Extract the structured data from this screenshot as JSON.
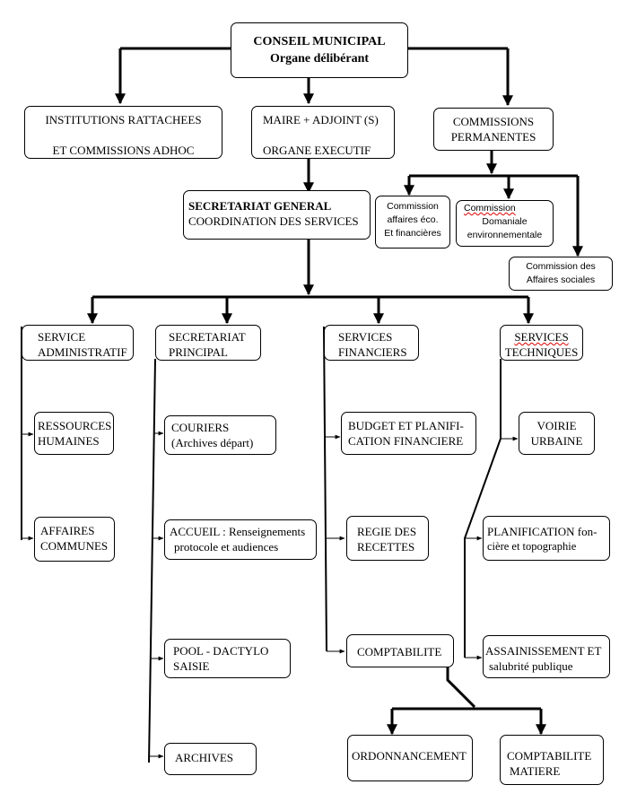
{
  "nodes": {
    "conseil": [
      "CONSEIL  MUNICIPAL",
      "Organe délibérant"
    ],
    "institutions": [
      "INSTITUTIONS RATTACHEES",
      "ET COMMISSIONS ADHOC"
    ],
    "maire": [
      "MAIRE  +  ADJOINT (S)",
      "ORGANE  EXECUTIF"
    ],
    "commissions": [
      "COMMISSIONS",
      "PERMANENTES"
    ],
    "secretariat_general": [
      "SECRETARIAT  GENERAL",
      "COORDINATION  DES  SERVICES"
    ],
    "comm_eco": [
      "Commission",
      "affaires éco.",
      "Et financières"
    ],
    "comm_dom": [
      "Commission",
      "Domaniale",
      "environnementale"
    ],
    "comm_soc": [
      "Commission  des",
      "Affaires  sociales"
    ],
    "service_admin": [
      "SERVICE",
      "ADMINISTRATIF"
    ],
    "secretariat_principal": [
      "SECRETARIAT",
      "PRINCIPAL"
    ],
    "services_financiers": [
      "SERVICES",
      "FINANCIERS"
    ],
    "services_techniques": [
      "SERVICES",
      "TECHNIQUES"
    ],
    "ressources_humaines": [
      "RESSOURCES",
      "HUMAINES"
    ],
    "affaires_communes": [
      "AFFAIRES",
      "COMMUNES"
    ],
    "couriers": [
      "COURIERS",
      "(Archives départ)"
    ],
    "accueil": [
      "ACCUEIL : Renseignements",
      "protocole  et audiences"
    ],
    "pool": [
      "POOL  -  DACTYLO",
      "SAISIE"
    ],
    "archives": [
      "ARCHIVES"
    ],
    "budget": [
      "BUDGET ET PLANIFI-",
      "CATION FINANCIERE"
    ],
    "regie": [
      "REGIE  DES",
      "RECETTES"
    ],
    "comptabilite": [
      "COMPTABILITE"
    ],
    "voirie": [
      "VOIRIE",
      "URBAINE"
    ],
    "planification": [
      "PLANIFICATION  fon-",
      "cière et topographie"
    ],
    "assainissement": [
      "ASSAINISSEMENT  ET",
      "salubrité publique"
    ],
    "ordonnancement": [
      "ORDONNANCEMENT"
    ],
    "comptabilite_matiere": [
      "COMPTABILITE",
      "MATIERE"
    ]
  }
}
